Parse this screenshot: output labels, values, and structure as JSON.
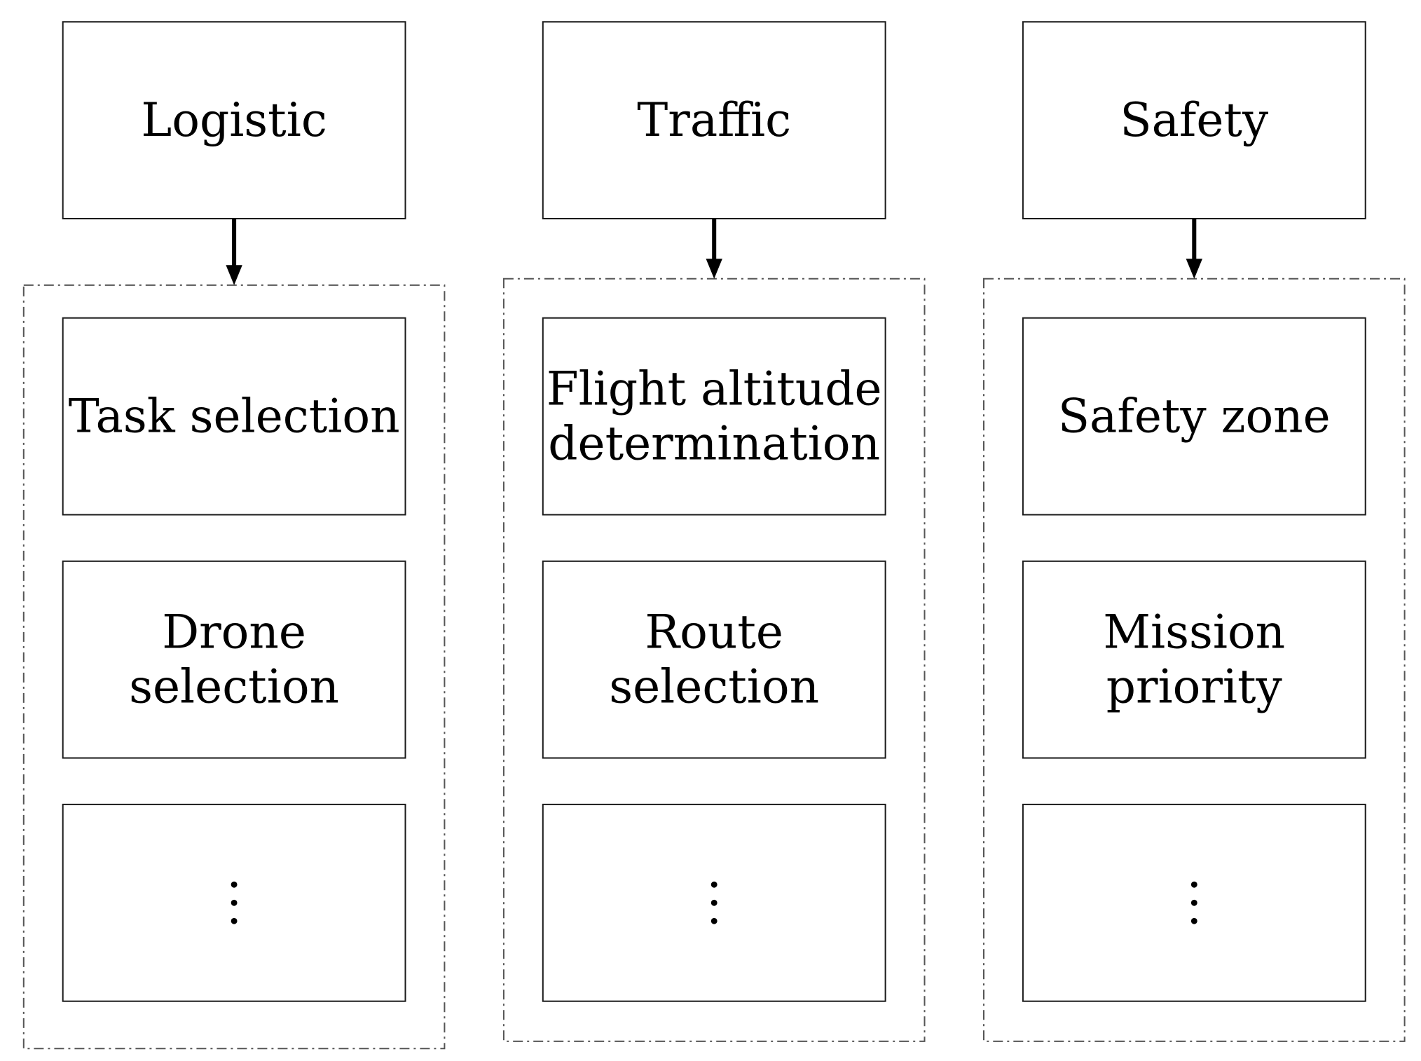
{
  "columns": [
    {
      "header": "Logistic",
      "items": [
        [
          "Task selection"
        ],
        [
          "Drone",
          "selection"
        ],
        []
      ]
    },
    {
      "header": "Traffic",
      "items": [
        [
          "Flight altitude",
          "determination"
        ],
        [
          "Route",
          "selection"
        ],
        []
      ]
    },
    {
      "header": "Safety",
      "items": [
        [
          "Safety zone"
        ],
        [
          "Mission",
          "priority"
        ],
        []
      ]
    }
  ]
}
